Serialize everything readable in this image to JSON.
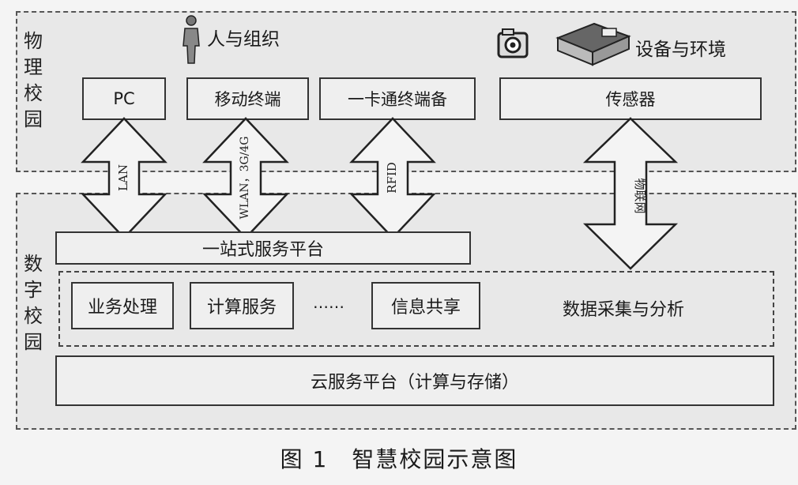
{
  "physical_campus": {
    "label": "物理校园",
    "people": "人与组织",
    "equipment": "设备与环境",
    "boxes": [
      "PC",
      "移动终端",
      "一卡通终端备",
      "传感器"
    ]
  },
  "digital_campus": {
    "label": "数字校园",
    "one_stop": "一站式服务平台",
    "services": [
      "业务处理",
      "计算服务",
      "……",
      "信息共享"
    ],
    "data_collection": "数据采集与分析",
    "cloud": "云服务平台（计算与存储）"
  },
  "arrows": [
    "LAN",
    "WLAN，3G/4G",
    "RFID",
    "物联网"
  ],
  "caption": "图 1　智慧校园示意图"
}
